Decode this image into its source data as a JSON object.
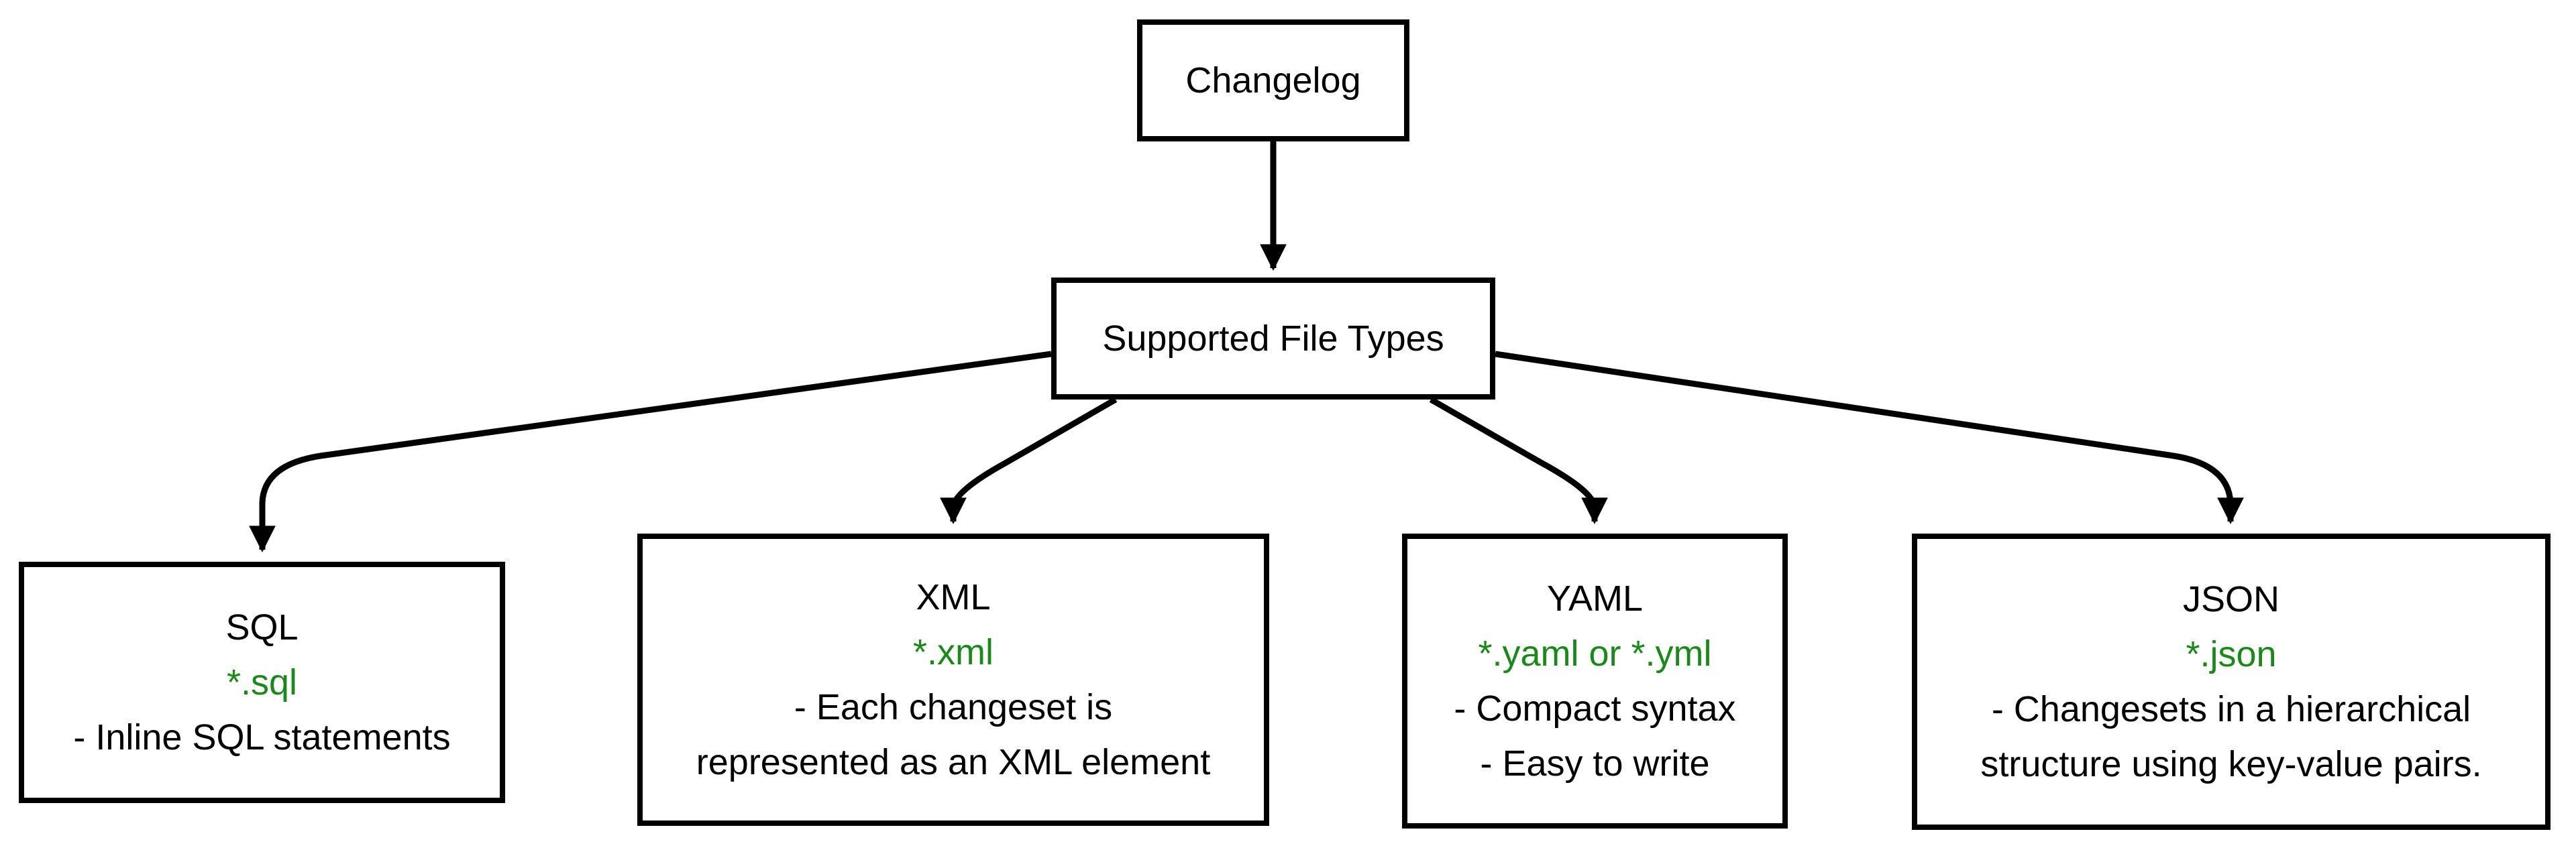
{
  "diagram": {
    "colors": {
      "background": "#ffffff",
      "line": "#000000",
      "text": "#000000",
      "file_pattern_green": "#188a18"
    },
    "root": {
      "label": "Changelog"
    },
    "hub": {
      "label": "Supported File Types"
    },
    "file_types": [
      {
        "title": "SQL",
        "pattern": "*.sql",
        "description_lines": [
          "- Inline SQL statements"
        ]
      },
      {
        "title": "XML",
        "pattern": "*.xml",
        "description_lines": [
          "- Each changeset is",
          "represented as an XML element"
        ]
      },
      {
        "title": "YAML",
        "pattern": "*.yaml or *.yml",
        "description_lines": [
          "- Compact syntax",
          "- Easy to write"
        ]
      },
      {
        "title": "JSON",
        "pattern": "*.json",
        "description_lines": [
          "- Changesets in a hierarchical",
          "structure using key-value pairs."
        ]
      }
    ]
  }
}
